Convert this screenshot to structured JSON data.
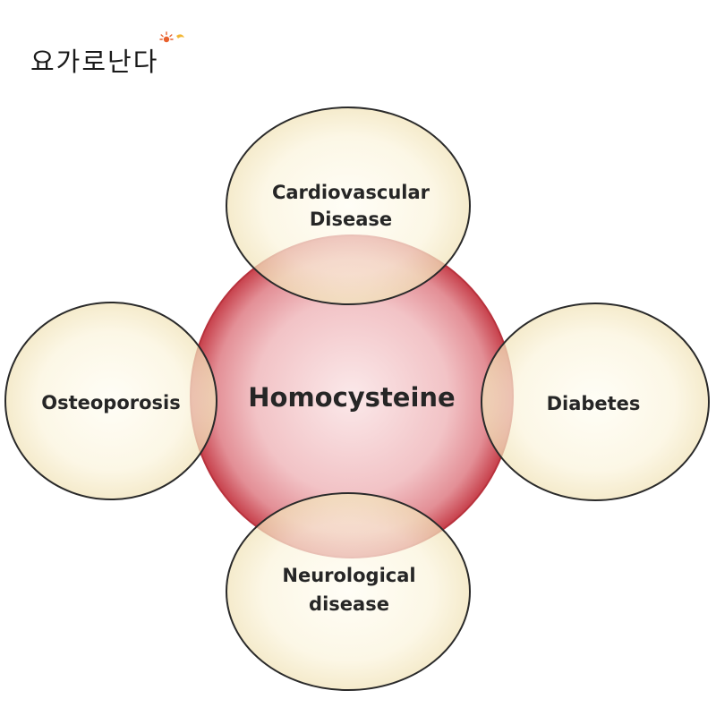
{
  "logo": {
    "text": "요가로난다",
    "icon": "sun-icon"
  },
  "diagram": {
    "center": "Homocysteine",
    "nodes": {
      "top": [
        "Cardiovascular",
        "Disease"
      ],
      "left": [
        "Osteoporosis"
      ],
      "right": [
        "Diabetes"
      ],
      "bottom": [
        "Neurological",
        "disease"
      ]
    }
  },
  "colors": {
    "center_fill": "#f3c9cc",
    "center_ring": "#c8444e",
    "node_fill": "#fbf5e1",
    "node_stroke": "#2a2a2a"
  }
}
